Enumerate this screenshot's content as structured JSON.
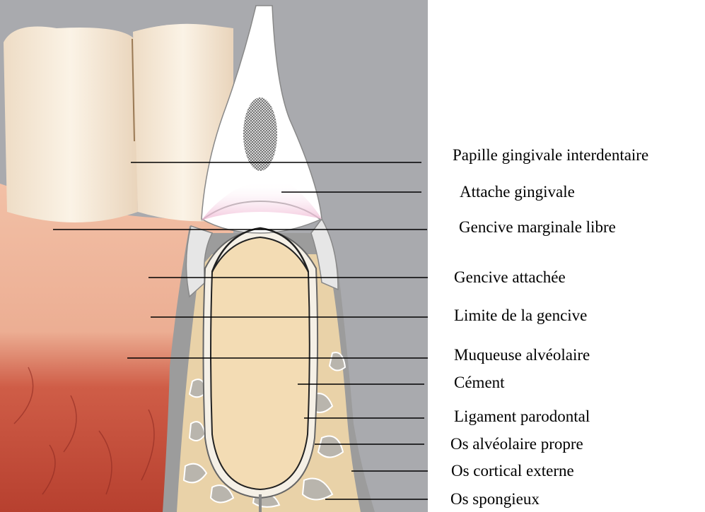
{
  "labels": [
    "Papille gingivale interdentaire",
    "Attache gingivale",
    "Gencive marginale libre",
    "Gencive attachée",
    "Limite de la gencive",
    "Muqueuse alvéolaire",
    "Cément",
    "Ligament parodontal",
    "Os alvéolaire propre",
    "Os cortical externe",
    "Os spongieux"
  ],
  "colors": {
    "background_gray": "#a9aaae",
    "tooth_enamel": "#f6efe2",
    "gum_pink": "#e9a58e",
    "mucosa_red": "#b8473a",
    "dentin": "#f3dcb4",
    "bone": "#e9d2a8",
    "bone_cavity": "#b9b5ad",
    "cortical": "#9c9c9c"
  }
}
